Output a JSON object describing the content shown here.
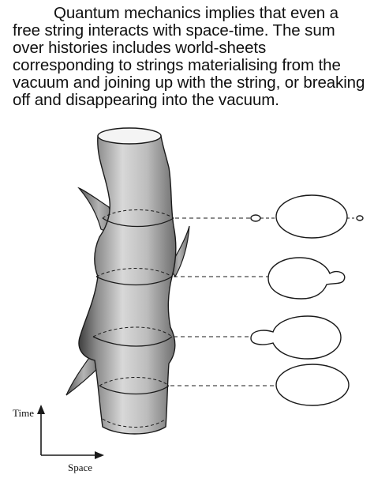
{
  "caption": "Quantum mechanics implies that even a free string interacts with space-time. The sum over histories includes world-sheets corresponding to strings materialising from the vacuum and joining up with the string, or breaking off and disappearing into the vacuum.",
  "axes": {
    "time_label": "Time",
    "space_label": "Space"
  },
  "colors": {
    "ink": "#1a1a1a",
    "surface_shade": "#7a7a7a",
    "background": "#ffffff"
  }
}
